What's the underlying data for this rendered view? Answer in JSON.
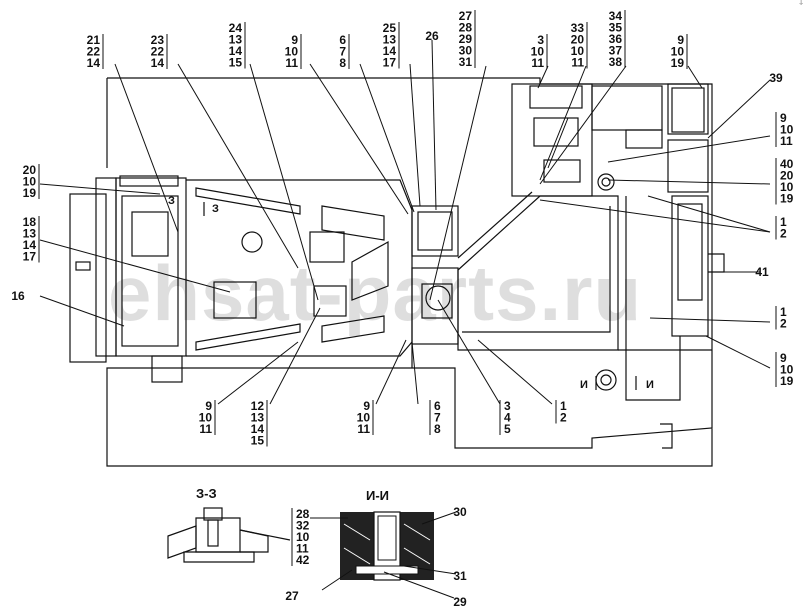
{
  "watermark": "ehsat-parts.ru",
  "corner_mark": "ↆ",
  "sections": {
    "z": {
      "title": "З-З",
      "marker": "З"
    },
    "i": {
      "title": "И-И",
      "marker": "И"
    }
  },
  "callouts": [
    [
      "21",
      "22",
      "14"
    ],
    [
      "23",
      "22",
      "14"
    ],
    [
      "24",
      "13",
      "14",
      "15"
    ],
    [
      "9",
      "10",
      "11"
    ],
    [
      "6",
      "7",
      "8"
    ],
    [
      "25",
      "13",
      "14",
      "17"
    ],
    [
      "26"
    ],
    [
      "27",
      "28",
      "29",
      "30",
      "31"
    ],
    [
      "3",
      "10",
      "11"
    ],
    [
      "33",
      "20",
      "10",
      "11"
    ],
    [
      "34",
      "35",
      "36",
      "37",
      "38"
    ],
    [
      "9",
      "10",
      "19"
    ],
    [
      "39"
    ],
    [
      "9",
      "10",
      "11"
    ],
    [
      "40",
      "20",
      "10",
      "19"
    ],
    [
      "1",
      "2"
    ],
    [
      "41"
    ],
    [
      "1",
      "2"
    ],
    [
      "9",
      "10",
      "19"
    ],
    [
      "20",
      "10",
      "19"
    ],
    [
      "18",
      "13",
      "14",
      "17"
    ],
    [
      "16"
    ],
    [
      "9",
      "10",
      "11"
    ],
    [
      "12",
      "13",
      "14",
      "15"
    ],
    [
      "9",
      "10",
      "11"
    ],
    [
      "6",
      "7",
      "8"
    ],
    [
      "3",
      "4",
      "5"
    ],
    [
      "1",
      "2"
    ],
    [
      "28",
      "32",
      "10",
      "11",
      "42"
    ],
    [
      "30"
    ],
    [
      "31"
    ],
    [
      "27"
    ],
    [
      "29"
    ]
  ]
}
